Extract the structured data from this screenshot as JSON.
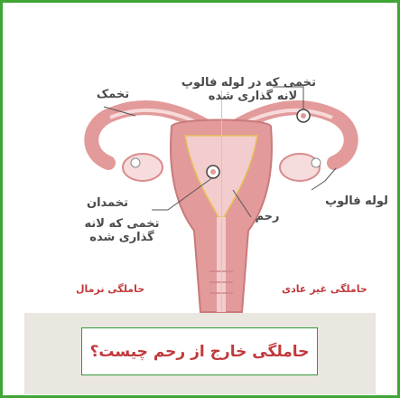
{
  "labels": {
    "implanted_in_tube": [
      "تخمی که در لوله فالوپ",
      "لانه گذاری شده"
    ],
    "egg": "تخمک",
    "ovary": "تخمدان",
    "implanted_egg": [
      "تخمی که لانه",
      "گذاری شده"
    ],
    "fallopian_tube": "لوله فالوپ",
    "uterus": "رحم"
  },
  "captions": {
    "normal": "حاملگی نرمال",
    "abnormal": "حاملگی غیر عادی"
  },
  "title": "حاملگی خارج از رحم چیست؟",
  "colors": {
    "border": "#3fa535",
    "tissue": "#e39a9a",
    "tissue_light": "#f3cdcd",
    "title_text": "#c0393b"
  }
}
